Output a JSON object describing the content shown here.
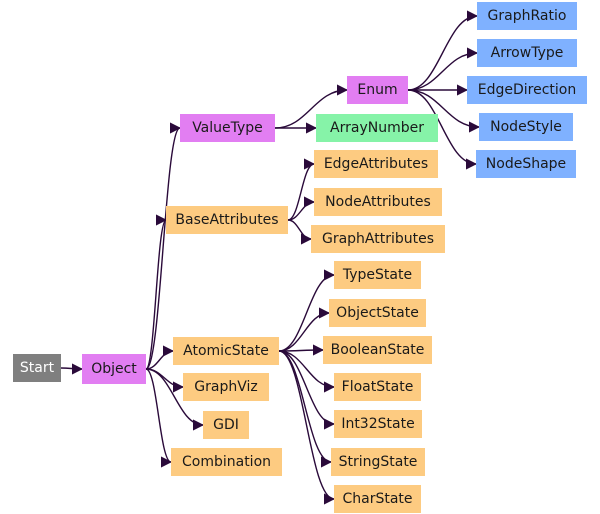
{
  "colors": {
    "start": "#7f7f7f",
    "object": "#e27ef2",
    "attribute": "#fdcb81",
    "valueType": "#e27ef2",
    "enumMember": "#7fb1ff",
    "arrayNumber": "#86f3a8",
    "edge": "#2a0a3a"
  },
  "nodes": {
    "start": "Start",
    "object": "Object",
    "value_type": "ValueType",
    "enum": "Enum",
    "array_number": "ArrayNumber",
    "graph_ratio": "GraphRatio",
    "arrow_type": "ArrowType",
    "edge_direction": "EdgeDirection",
    "node_style": "NodeStyle",
    "node_shape": "NodeShape",
    "base_attributes": "BaseAttributes",
    "edge_attributes": "EdgeAttributes",
    "node_attributes": "NodeAttributes",
    "graph_attributes": "GraphAttributes",
    "atomic_state": "AtomicState",
    "type_state": "TypeState",
    "object_state": "ObjectState",
    "boolean_state": "BooleanState",
    "float_state": "FloatState",
    "int32_state": "Int32State",
    "string_state": "StringState",
    "char_state": "CharState",
    "graph_viz": "GraphViz",
    "gdi": "GDI",
    "combination": "Combination"
  },
  "edges": [
    [
      "start",
      "object"
    ],
    [
      "object",
      "value_type"
    ],
    [
      "object",
      "base_attributes"
    ],
    [
      "object",
      "atomic_state"
    ],
    [
      "object",
      "graph_viz"
    ],
    [
      "object",
      "gdi"
    ],
    [
      "object",
      "combination"
    ],
    [
      "value_type",
      "enum"
    ],
    [
      "value_type",
      "array_number"
    ],
    [
      "enum",
      "graph_ratio"
    ],
    [
      "enum",
      "arrow_type"
    ],
    [
      "enum",
      "edge_direction"
    ],
    [
      "enum",
      "node_style"
    ],
    [
      "enum",
      "node_shape"
    ],
    [
      "base_attributes",
      "edge_attributes"
    ],
    [
      "base_attributes",
      "node_attributes"
    ],
    [
      "base_attributes",
      "graph_attributes"
    ],
    [
      "atomic_state",
      "type_state"
    ],
    [
      "atomic_state",
      "object_state"
    ],
    [
      "atomic_state",
      "boolean_state"
    ],
    [
      "atomic_state",
      "float_state"
    ],
    [
      "atomic_state",
      "int32_state"
    ],
    [
      "atomic_state",
      "string_state"
    ],
    [
      "atomic_state",
      "char_state"
    ]
  ]
}
